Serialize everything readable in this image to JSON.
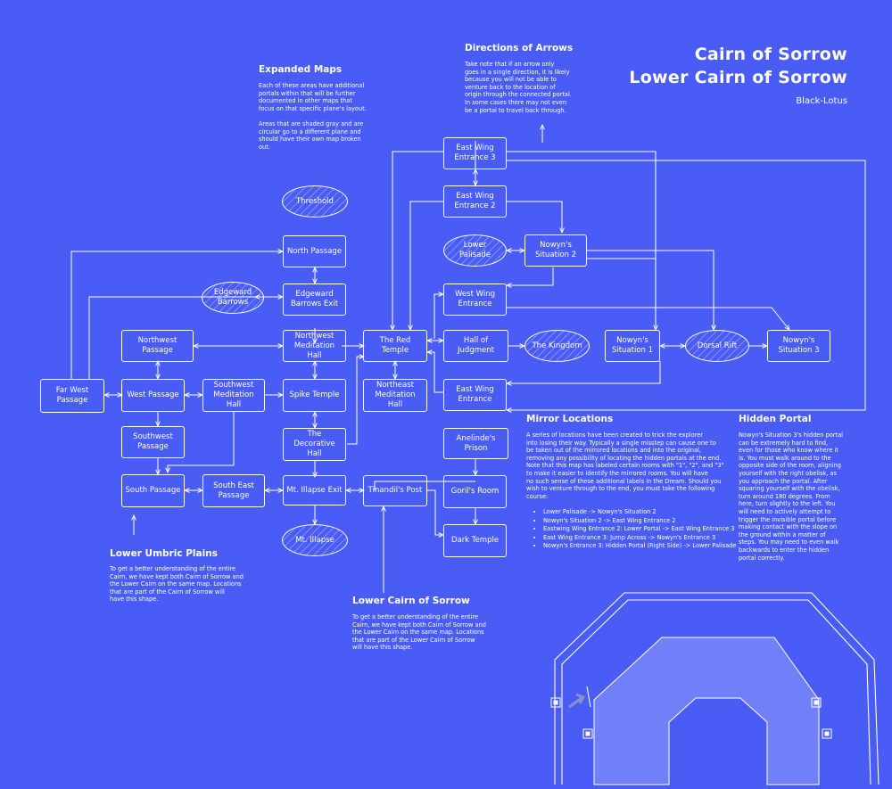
{
  "title": {
    "line1": "Cairn of Sorrow",
    "line2": "Lower Cairn of Sorrow",
    "author": "Black-Lotus"
  },
  "notes": {
    "expanded_maps": {
      "heading": "Expanded Maps",
      "body": "Each of these areas have additional\nportals within that will be further\ndocumented in other maps that\nfocus on that specific plane's layout.\n\nAreas that are shaded gray and are\ncircular go to a different plane and\nshould have their own map broken\nout."
    },
    "directions": {
      "heading": "Directions of Arrows",
      "body": "Take note that if an arrow only\ngoes in a single direction, it is likely\nbecause you will not be able to\nventure back to the location of\norigin through the connected portal.\nIn some cases there may not even\nbe a portal to travel back through."
    },
    "lower_umbric": {
      "heading": "Lower Umbric Plains",
      "body": "To get a better understanding of the entire\nCairn, we have kept both Cairn of Sorrow and\nthe Lower Cairn on the same map. Locations\nthat are part of the Cairn of Sorrow will\nhave this shape."
    },
    "lower_cairn": {
      "heading": "Lower Cairn of Sorrow",
      "body": "To get a better understanding of the entire\nCairn, we have kept both Cairn of Sorrow and\nthe Lower Cairn on the same map. Locations\nthat are part of the Lower Cairn of Sorrow\nwill have this shape."
    },
    "mirror": {
      "heading": "Mirror Locations",
      "body": "A series of locations have been created to trick the explorer\ninto losing their way. Typically a single misstep can cause one to\nbe taken out of the mirrored locations and into the original,\nremoving any possibility of locating the hidden portals at the end.\nNote that this map has labeled certain rooms with \"1\", \"2\", and \"3\"\nto make it easier to identify the mirrored rooms. You will have\nno such sense of these additional labels in the Dream. Should you\nwish to venture through to the end, you must take the following\ncourse:",
      "steps": [
        "Lower Palisade -> Nowyn's Situation 2",
        "Nowyn's Situation 2 -> East Wing Entrance 2",
        "Eastwing Wing Entrance 2: Lower Portal -> East Wing Entrance 3",
        "East Wing Entrance 3: Jump Across -> Nowyn's Entrance 3",
        "Nowyn's Entrance 3: Hidden Portal (Right Side) -> Lower Palisade"
      ]
    },
    "hidden_portal": {
      "heading": "Hidden Portal",
      "body": "Nowyn's Situation 3's hidden portal\ncan be extremely hard to find,\neven for those who know where it\nis. You must walk around to the\nopposite side of the room, aligning\nyourself with the right obelisk, as\nyou approach the portal. After\nsquaring yourself with the obelisk,\nturn around 180 degrees. From\nhere, turn slightly to the left. You\nwill need to actively attempt to\ntrigger the invisible portal before\nmaking contact with the slope on\nthe ground within a matter of\nsteps. You may need to even walk\nbackwards to enter the hidden\nportal correctly."
    }
  },
  "nodes": {
    "east_wing_entrance_3": "East Wing\nEntrance 3",
    "east_wing_entrance_2": "East Wing\nEntrance 2",
    "threshold": "Threshold",
    "north_passage": "North Passage",
    "lower_palisade": "Lower Palisade",
    "nowyns_situation_2": "Nowyn's\nSituation 2",
    "edgeward_barrows": "Edgeward\nBarrows",
    "edgeward_barrows_exit": "Edgeward\nBarrows Exit",
    "west_wing_entrance": "West Wing\nEntrance",
    "northwest_passage": "Northwest\nPassage",
    "northwest_meditation_hall": "Northwest\nMeditation Hall",
    "the_red_temple": "The Red Temple",
    "hall_of_judgment": "Hall of\nJudgment",
    "the_kingdom": "The Kingdom",
    "nowyns_situation_1": "Nowyn's\nSituation 1",
    "dorsal_rift": "Dorsal Rift",
    "nowyns_situation_3": "Nowyn's\nSituation 3",
    "far_west_passage": "Far West\nPassage",
    "west_passage": "West Passage",
    "southwest_meditation_hall": "Southwest\nMeditation Hall",
    "spike_temple": "Spike Temple",
    "northeast_meditation_hall": "Northeast\nMeditation Hall",
    "east_wing_entrance": "East Wing\nEntrance",
    "southwest_passage": "Southwest\nPassage",
    "the_decorative_hall": "The Decorative\nHall",
    "anelindes_prison": "Anelinde's Prison",
    "south_passage": "South Passage",
    "south_east_passage": "South East\nPassage",
    "mt_illapse_exit": "Mt. Illapse Exit",
    "tinandils_post": "Tinandil's Post",
    "gorils_room": "Goril's Room",
    "mt_illapse": "Mt. Illapse",
    "dark_temple": "Dark Temple"
  }
}
